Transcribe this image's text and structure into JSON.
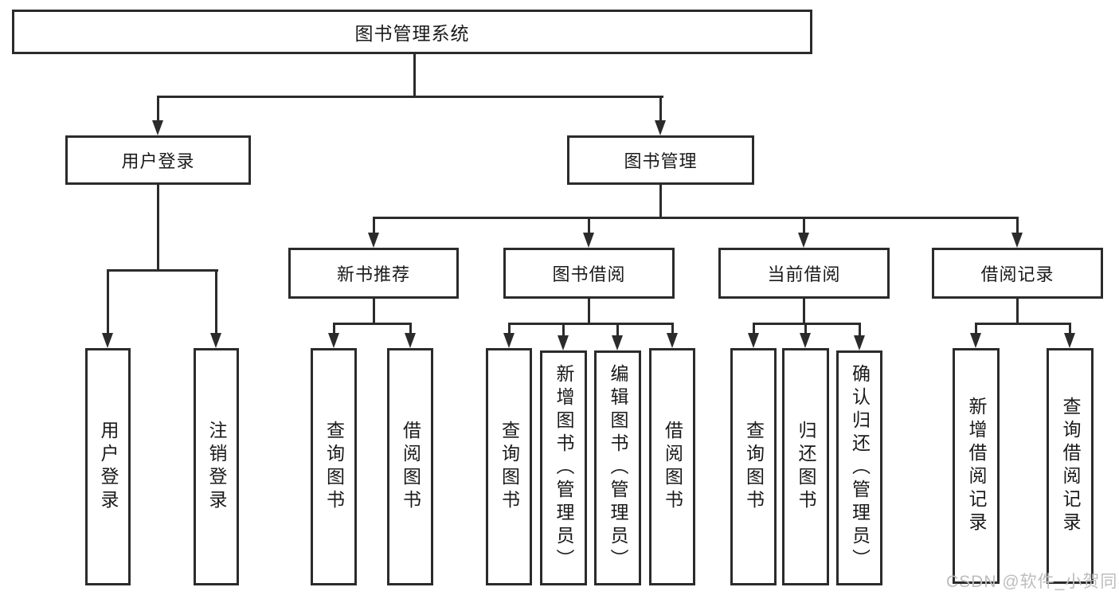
{
  "tree": {
    "label": "图书管理系统",
    "children": [
      {
        "label": "用户登录",
        "children": [
          {
            "label": "用户登录"
          },
          {
            "label": "注销登录"
          }
        ]
      },
      {
        "label": "图书管理",
        "children": [
          {
            "label": "新书推荐",
            "children": [
              {
                "label": "查询图书"
              },
              {
                "label": "借阅图书"
              }
            ]
          },
          {
            "label": "图书借阅",
            "children": [
              {
                "label": "查询图书"
              },
              {
                "label": "新增图书（管理员）"
              },
              {
                "label": "编辑图书（管理员）"
              },
              {
                "label": "借阅图书"
              }
            ]
          },
          {
            "label": "当前借阅",
            "children": [
              {
                "label": "查询图书"
              },
              {
                "label": "归还图书"
              },
              {
                "label": "确认归还（管理员）"
              }
            ]
          },
          {
            "label": "借阅记录",
            "children": [
              {
                "label": "新增借阅记录"
              },
              {
                "label": "查询借阅记录"
              }
            ]
          }
        ]
      }
    ]
  },
  "watermark": "CSDN @软件_小贺同学",
  "colors": {
    "line": "#2b2b2b",
    "text": "#1a1a1a",
    "watermark": "#bdbdbd",
    "background": "#ffffff"
  }
}
